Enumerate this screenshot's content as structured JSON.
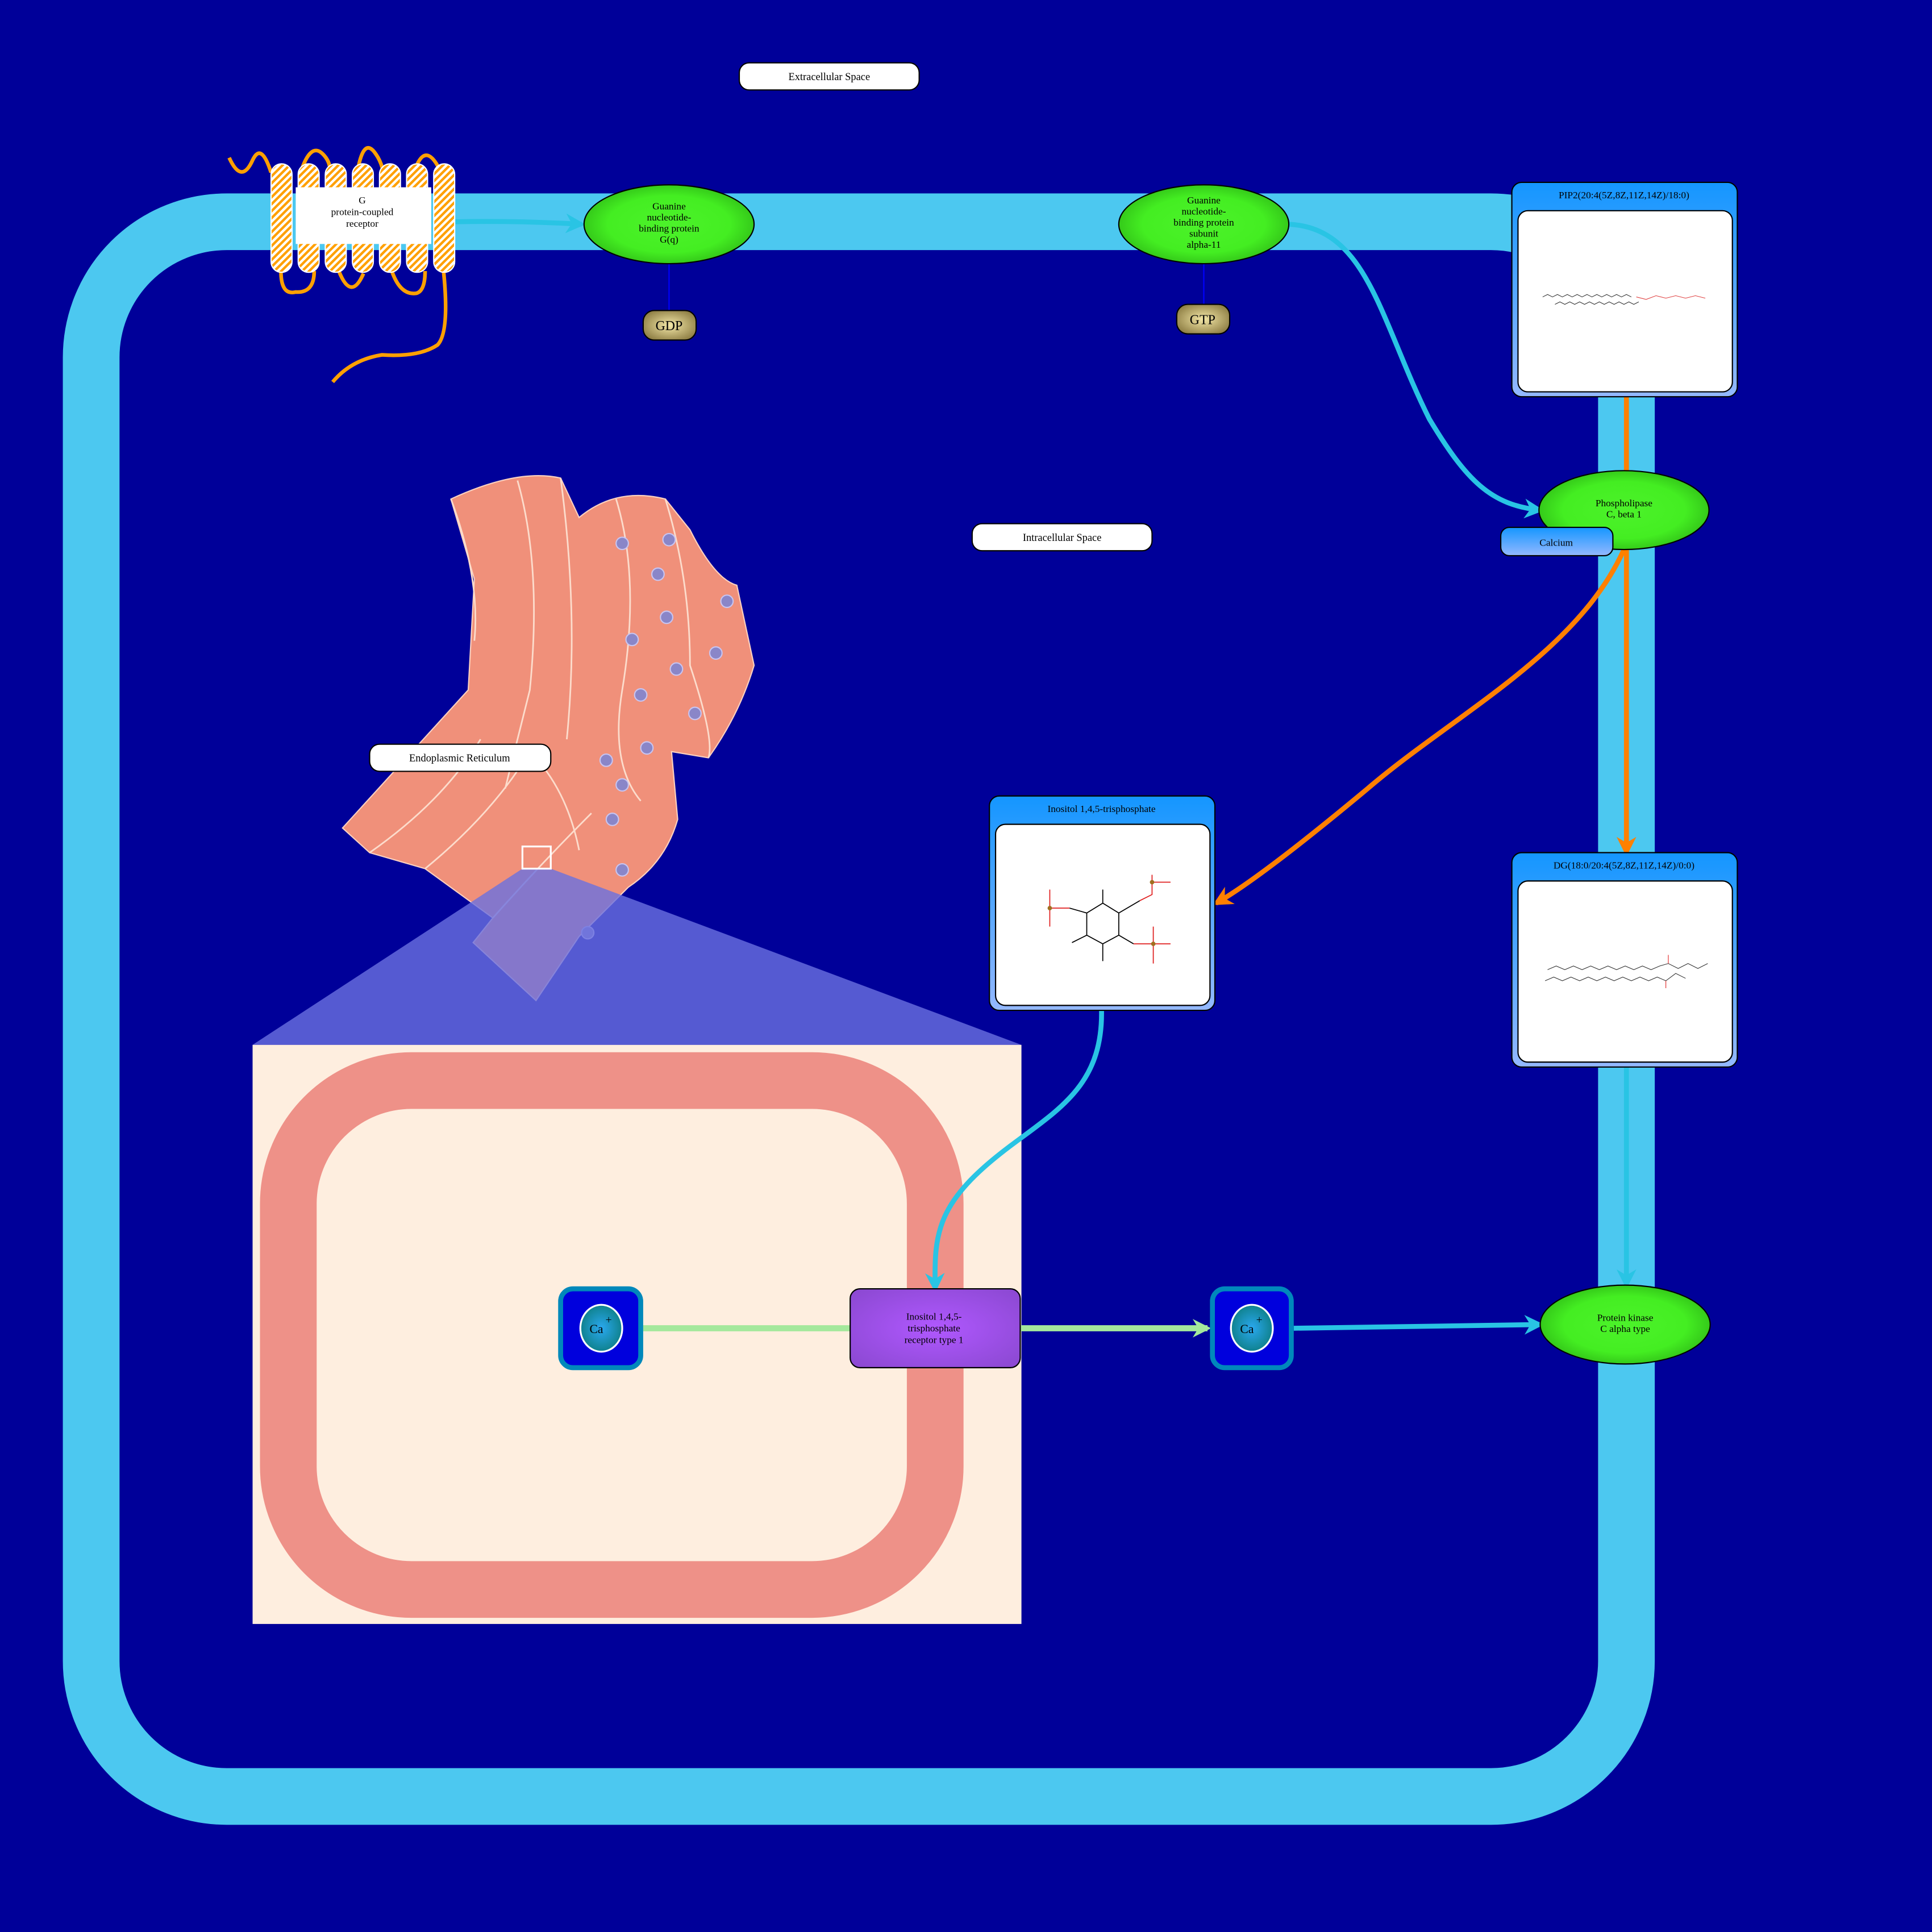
{
  "compartments": {
    "extracellular": "Extracellular Space",
    "intracellular": "Intracellular Space",
    "er": "Endoplasmic Reticulum"
  },
  "nodes": {
    "gpcr": [
      "G",
      "protein-coupled",
      "receptor"
    ],
    "gq": [
      "Guanine",
      "nucleotide-",
      "binding protein",
      "G(q)"
    ],
    "gdp": "GDP",
    "alpha11": [
      "Guanine",
      "nucleotide-",
      "binding protein",
      "subunit",
      "alpha-11"
    ],
    "gtp": "GTP",
    "pip2": "PIP2(20:4(5Z,8Z,11Z,14Z)/18:0)",
    "plc": [
      "Phospholipase",
      "C, beta 1"
    ],
    "calcium": "Calcium",
    "ip3": "Inositol 1,4,5-trisphosphate",
    "dg": "DG(18:0/20:4(5Z,8Z,11Z,14Z)/0:0)",
    "ip3r": [
      "Inositol 1,4,5-",
      "trisphosphate",
      "receptor type 1"
    ],
    "ca_ion": "Ca",
    "ca_charge": "+",
    "pkc": [
      "Protein kinase",
      "C alpha type"
    ]
  },
  "colors": {
    "background": "#000099",
    "membrane": "#4CC8F0",
    "protein": "#44EE22",
    "arrow_activation": "#29C4E4",
    "arrow_conversion": "#FF8000",
    "arrow_transport": "#A4E89C",
    "er": "#EE9188",
    "er_lumen": "#FEEEDF",
    "receptor": "#FFA000"
  }
}
